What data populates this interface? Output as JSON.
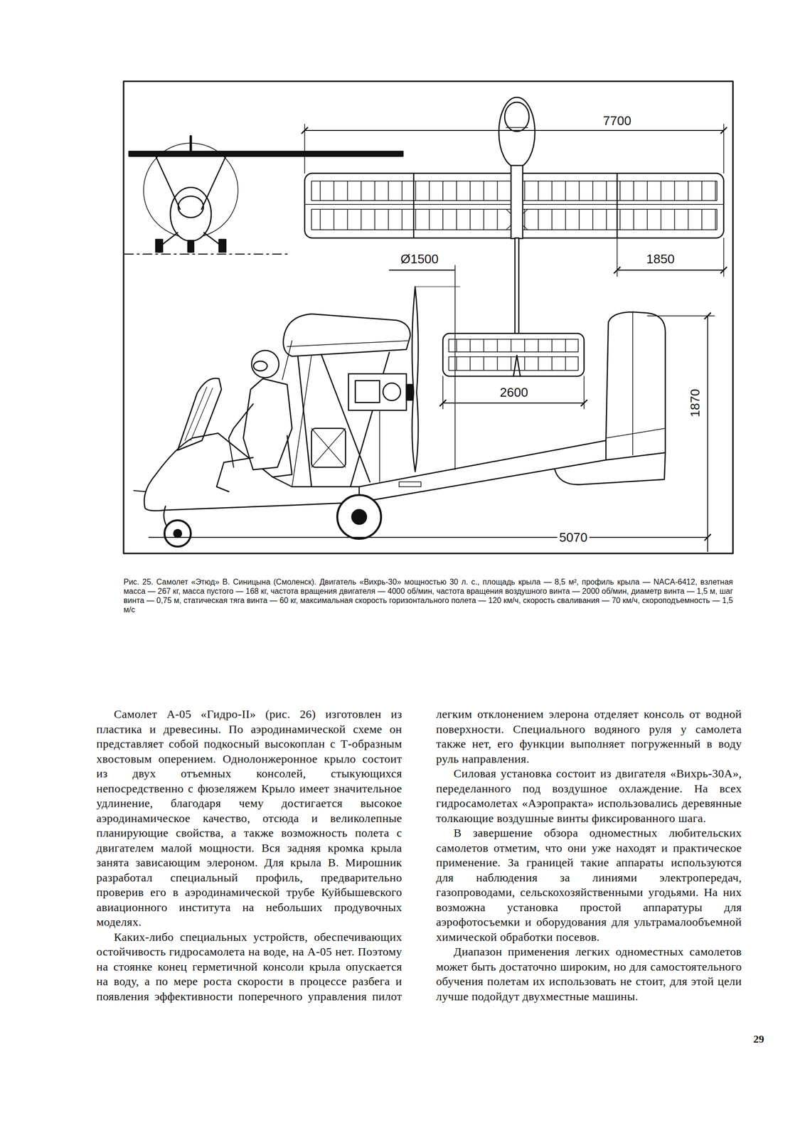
{
  "diagram": {
    "caption": "Рис. 25. Самолет «Этюд» В. Синицына (Смоленск). Двигатель «Вихрь-30» мощностью 30 л. с., площадь крыла — 8,5 м², профиль крыла — NACA-6412, взлетная масса — 267 кг, масса пустого — 168 кг, частота вращения двигателя — 4000 об/мин, частота вращения воздушного винта — 2000 об/мин, диаметр винта — 1,5 м, шаг винта — 0,75 м, статическая тяга винта — 60 кг, максимальная скорость горизонтального полета — 120 км/ч, скорость сваливания — 70 км/ч, скороподъемность — 1,5 м/с",
    "labels": [
      "7700",
      "1850",
      "Ø1500",
      "2600",
      "1870",
      "5070",
      "Самолет А-05 «Гидро-II» (рис. 26) изготовлен из пластика и древесины. По аэродинамической схеме он представляет собой подкосный высокоплан с Т-образным хвостовым оперением. Однолонжеронное крыло состоит из двух отъемных консолей, стыкующихся непосредственно с фюзеляжем Крыло имеет значительное удлинение, благодаря чему достигается высокое аэродинамическое качество, отсюда и великолепные планирующие свойства, а также возможность полета с двигателем малой мощности. Вся задняя кромка крыла занята зависающим элероном. Для крыла В. Мирошник разработал специальный профиль, предварительно проверив его в аэродинамической трубе Куйбышевского авиационного института на небольших продувочных моделях.",
      "Каких-либо специальных устройств, обеспечивающих остойчивость гидросамолета на воде, на А-05 нет. Поэтому на стоянке конец герметичной консоли крыла опускается на воду, а по мере роста скорости в процессе разбега и появления эффективности поперечного управления пилот легким отклонением элерона отделяет консоль от водной поверхности. Специального водяного руля у самолета также нет, его функции выполняет погруженный в воду руль направления.",
      "Силовая установка состоит из двигателя «Вихрь-30А», переделанного под воздушное охлаждение. На всех гидросамолетах «Аэропракта» использовались деревянные толкающие воздушные винты фиксированного шага.",
      "В завершение обзора одноместных любительских самолетов отметим, что они уже находят и практическое применение. За границей такие аппараты используются для наблюдения за линиями электропередач, газопроводами, сельскохозяйственными угодьями. На них возможна установка простой аппаратуры для аэрофотосъемки и оборудования для ультрамалообъемной химической обработки посевов.",
      "Диапазон применения легких одноместных самолетов может быть достаточно широким, но для самостоятельного обучения полетам их использовать не стоит, для этой цели лучше подойдут двухместные машины.",
      "29"
    ]
  }
}
